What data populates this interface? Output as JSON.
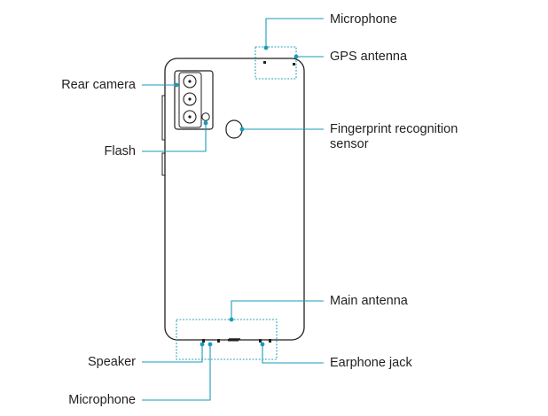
{
  "labels": {
    "microphone_top": "Microphone",
    "gps_antenna": "GPS antenna",
    "rear_camera": "Rear camera",
    "flash": "Flash",
    "fingerprint_line1": "Fingerprint recognition",
    "fingerprint_line2": "sensor",
    "main_antenna": "Main antenna",
    "speaker": "Speaker",
    "earphone_jack": "Earphone jack",
    "microphone_bottom": "Microphone"
  },
  "colors": {
    "callout": "#1a9bb8",
    "outline": "#231f20",
    "text": "#231f20"
  }
}
